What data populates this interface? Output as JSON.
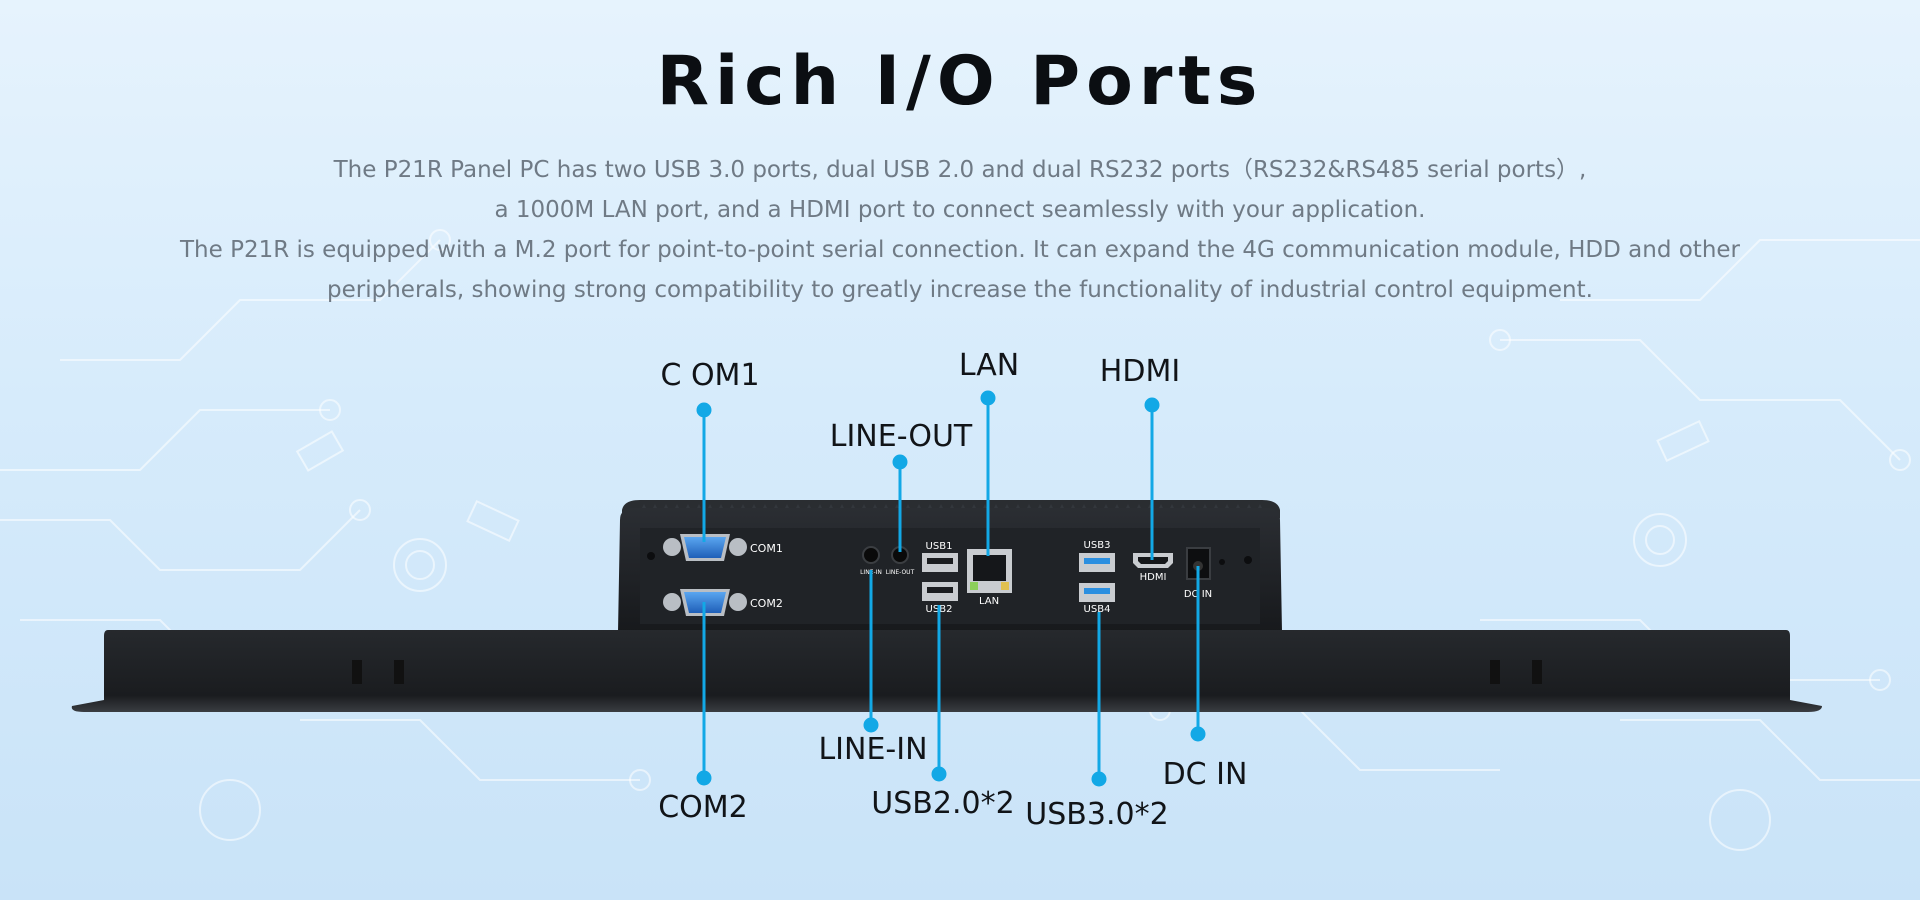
{
  "header": {
    "title": "Rich I/O Ports",
    "description": [
      "The P21R Panel PC has two USB 3.0 ports, dual USB 2.0 and dual RS232 ports（RS232&RS485 serial ports）,",
      "a 1000M LAN port, and a HDMI port to connect seamlessly with your application.",
      "The P21R is equipped with a M.2 port for point-to-point serial connection. It can expand the 4G communication module, HDD and other",
      "peripherals, showing strong compatibility to greatly increase the functionality of industrial control equipment."
    ]
  },
  "callouts": {
    "com1": "C OM1",
    "com2": "COM2",
    "line_out": "LINE-OUT",
    "line_in": "LINE-IN",
    "lan": "LAN",
    "usb2": "USB2.0*2",
    "hdmi": "HDMI",
    "usb3": "USB3.0*2",
    "dc_in": "DC IN"
  },
  "device_labels": {
    "com1": "COM1",
    "com2": "COM2",
    "line_in": "LINE-IN",
    "line_out": "LINE-OUT",
    "usb1": "USB1",
    "usb2": "USB2",
    "lan": "LAN",
    "usb3": "USB3",
    "usb4": "USB4",
    "hdmi": "HDMI",
    "dc_in": "DC IN"
  },
  "colors": {
    "accent": "#12a8e6",
    "chassis": "#1f2226",
    "port_blue": "#2b78d6"
  }
}
